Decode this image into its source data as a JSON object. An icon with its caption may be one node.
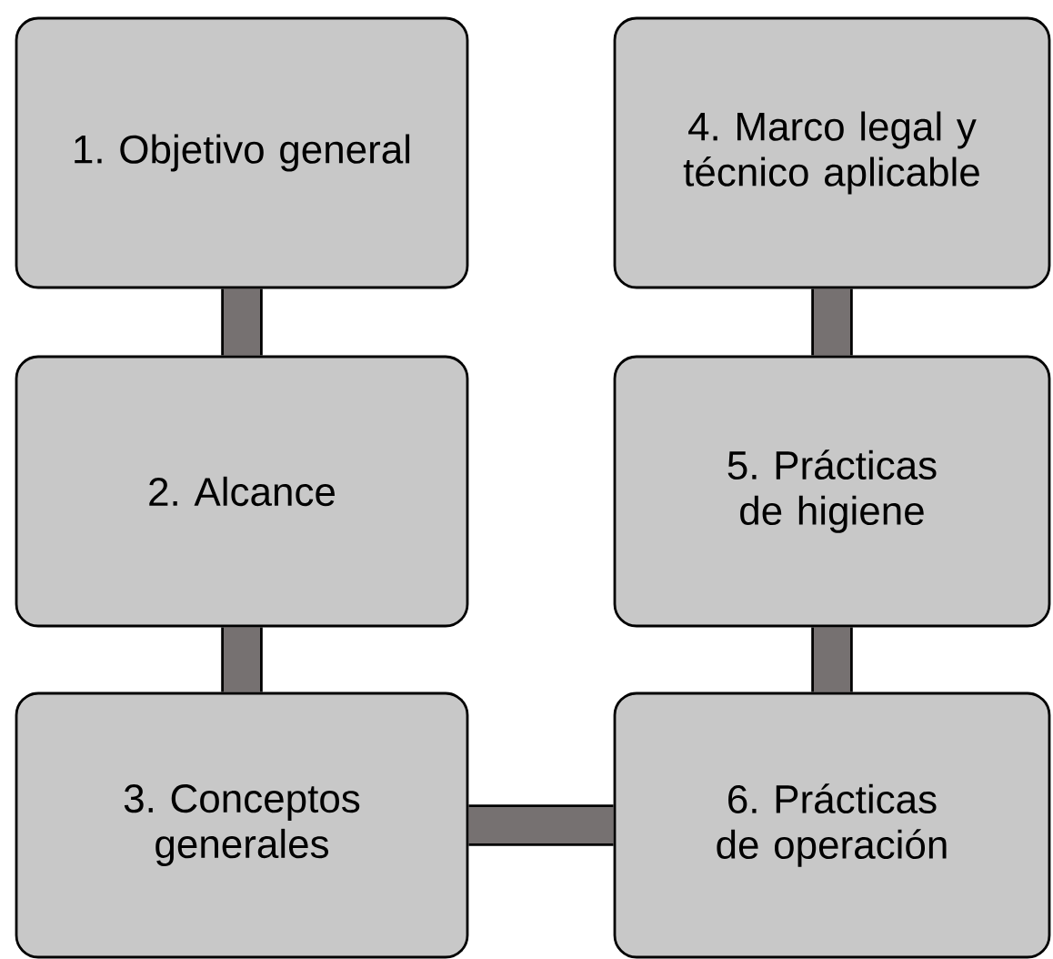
{
  "diagram": {
    "nodes": [
      {
        "text": [
          "1. Objetivo general"
        ]
      },
      {
        "text": [
          "2. Alcance"
        ]
      },
      {
        "text": [
          "3. Conceptos generales"
        ]
      },
      {
        "text": [
          "4. Marco legal y técnico aplicable"
        ]
      },
      {
        "text": [
          "5. Prácticas de higiene"
        ]
      },
      {
        "text": [
          "6. Prácticas de operación"
        ]
      }
    ],
    "edges": [
      {
        "from": 0,
        "to": 1,
        "arrow": "none"
      },
      {
        "from": 1,
        "to": 2,
        "arrow": "none"
      },
      {
        "from": 2,
        "to": 5,
        "arrow": "none"
      },
      {
        "from": 3,
        "to": 4,
        "arrow": "none"
      },
      {
        "from": 4,
        "to": 5,
        "arrow": "none"
      }
    ]
  }
}
